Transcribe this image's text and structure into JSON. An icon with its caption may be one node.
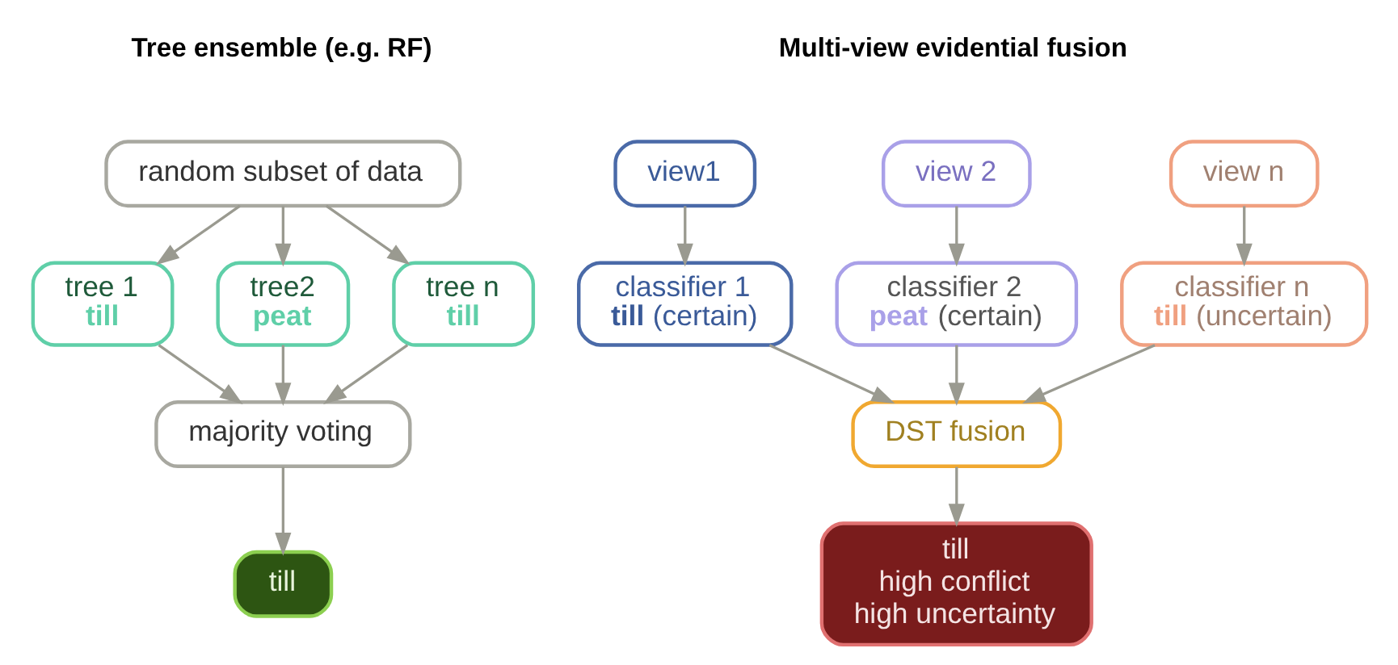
{
  "diagram": {
    "nodes": [
      {
        "text": [
          "random subset of data"
        ]
      },
      {
        "text": [
          "tree 1",
          "**till**"
        ]
      },
      {
        "text": [
          "tree2",
          "**peat**"
        ]
      },
      {
        "text": [
          "tree n",
          "**till**"
        ]
      },
      {
        "text": [
          "majority voting"
        ]
      },
      {
        "text": [
          "till"
        ]
      },
      {
        "text": [
          "view1"
        ]
      },
      {
        "text": [
          "view 2"
        ]
      },
      {
        "text": [
          "view n"
        ]
      },
      {
        "text": [
          "classifier 1",
          "**till** (certain)"
        ]
      },
      {
        "text": [
          "classifier 2",
          "**peat** (certain)"
        ]
      },
      {
        "text": [
          "classifier n",
          "**till** (uncertain)"
        ]
      },
      {
        "text": [
          "DST fusion"
        ]
      },
      {
        "text": [
          "till",
          "high conflict",
          "high uncertainty"
        ]
      }
    ],
    "edges": [
      {
        "from": 0,
        "to": 1,
        "arrow": "to"
      },
      {
        "from": 0,
        "to": 2,
        "arrow": "to"
      },
      {
        "from": 0,
        "to": 3,
        "arrow": "to"
      },
      {
        "from": 1,
        "to": 4,
        "arrow": "to"
      },
      {
        "from": 2,
        "to": 4,
        "arrow": "to"
      },
      {
        "from": 3,
        "to": 4,
        "arrow": "to"
      },
      {
        "from": 4,
        "to": 5,
        "arrow": "to"
      },
      {
        "from": 6,
        "to": 9,
        "arrow": "to"
      },
      {
        "from": 7,
        "to": 10,
        "arrow": "to"
      },
      {
        "from": 8,
        "to": 11,
        "arrow": "to"
      },
      {
        "from": 9,
        "to": 12,
        "arrow": "to"
      },
      {
        "from": 10,
        "to": 12,
        "arrow": "to"
      },
      {
        "from": 11,
        "to": 12,
        "arrow": "to"
      },
      {
        "from": 12,
        "to": 13,
        "arrow": "to"
      }
    ],
    "labels": [
      "Tree ensemble (e.g. RF)",
      "Multi-view evidential fusion"
    ]
  }
}
